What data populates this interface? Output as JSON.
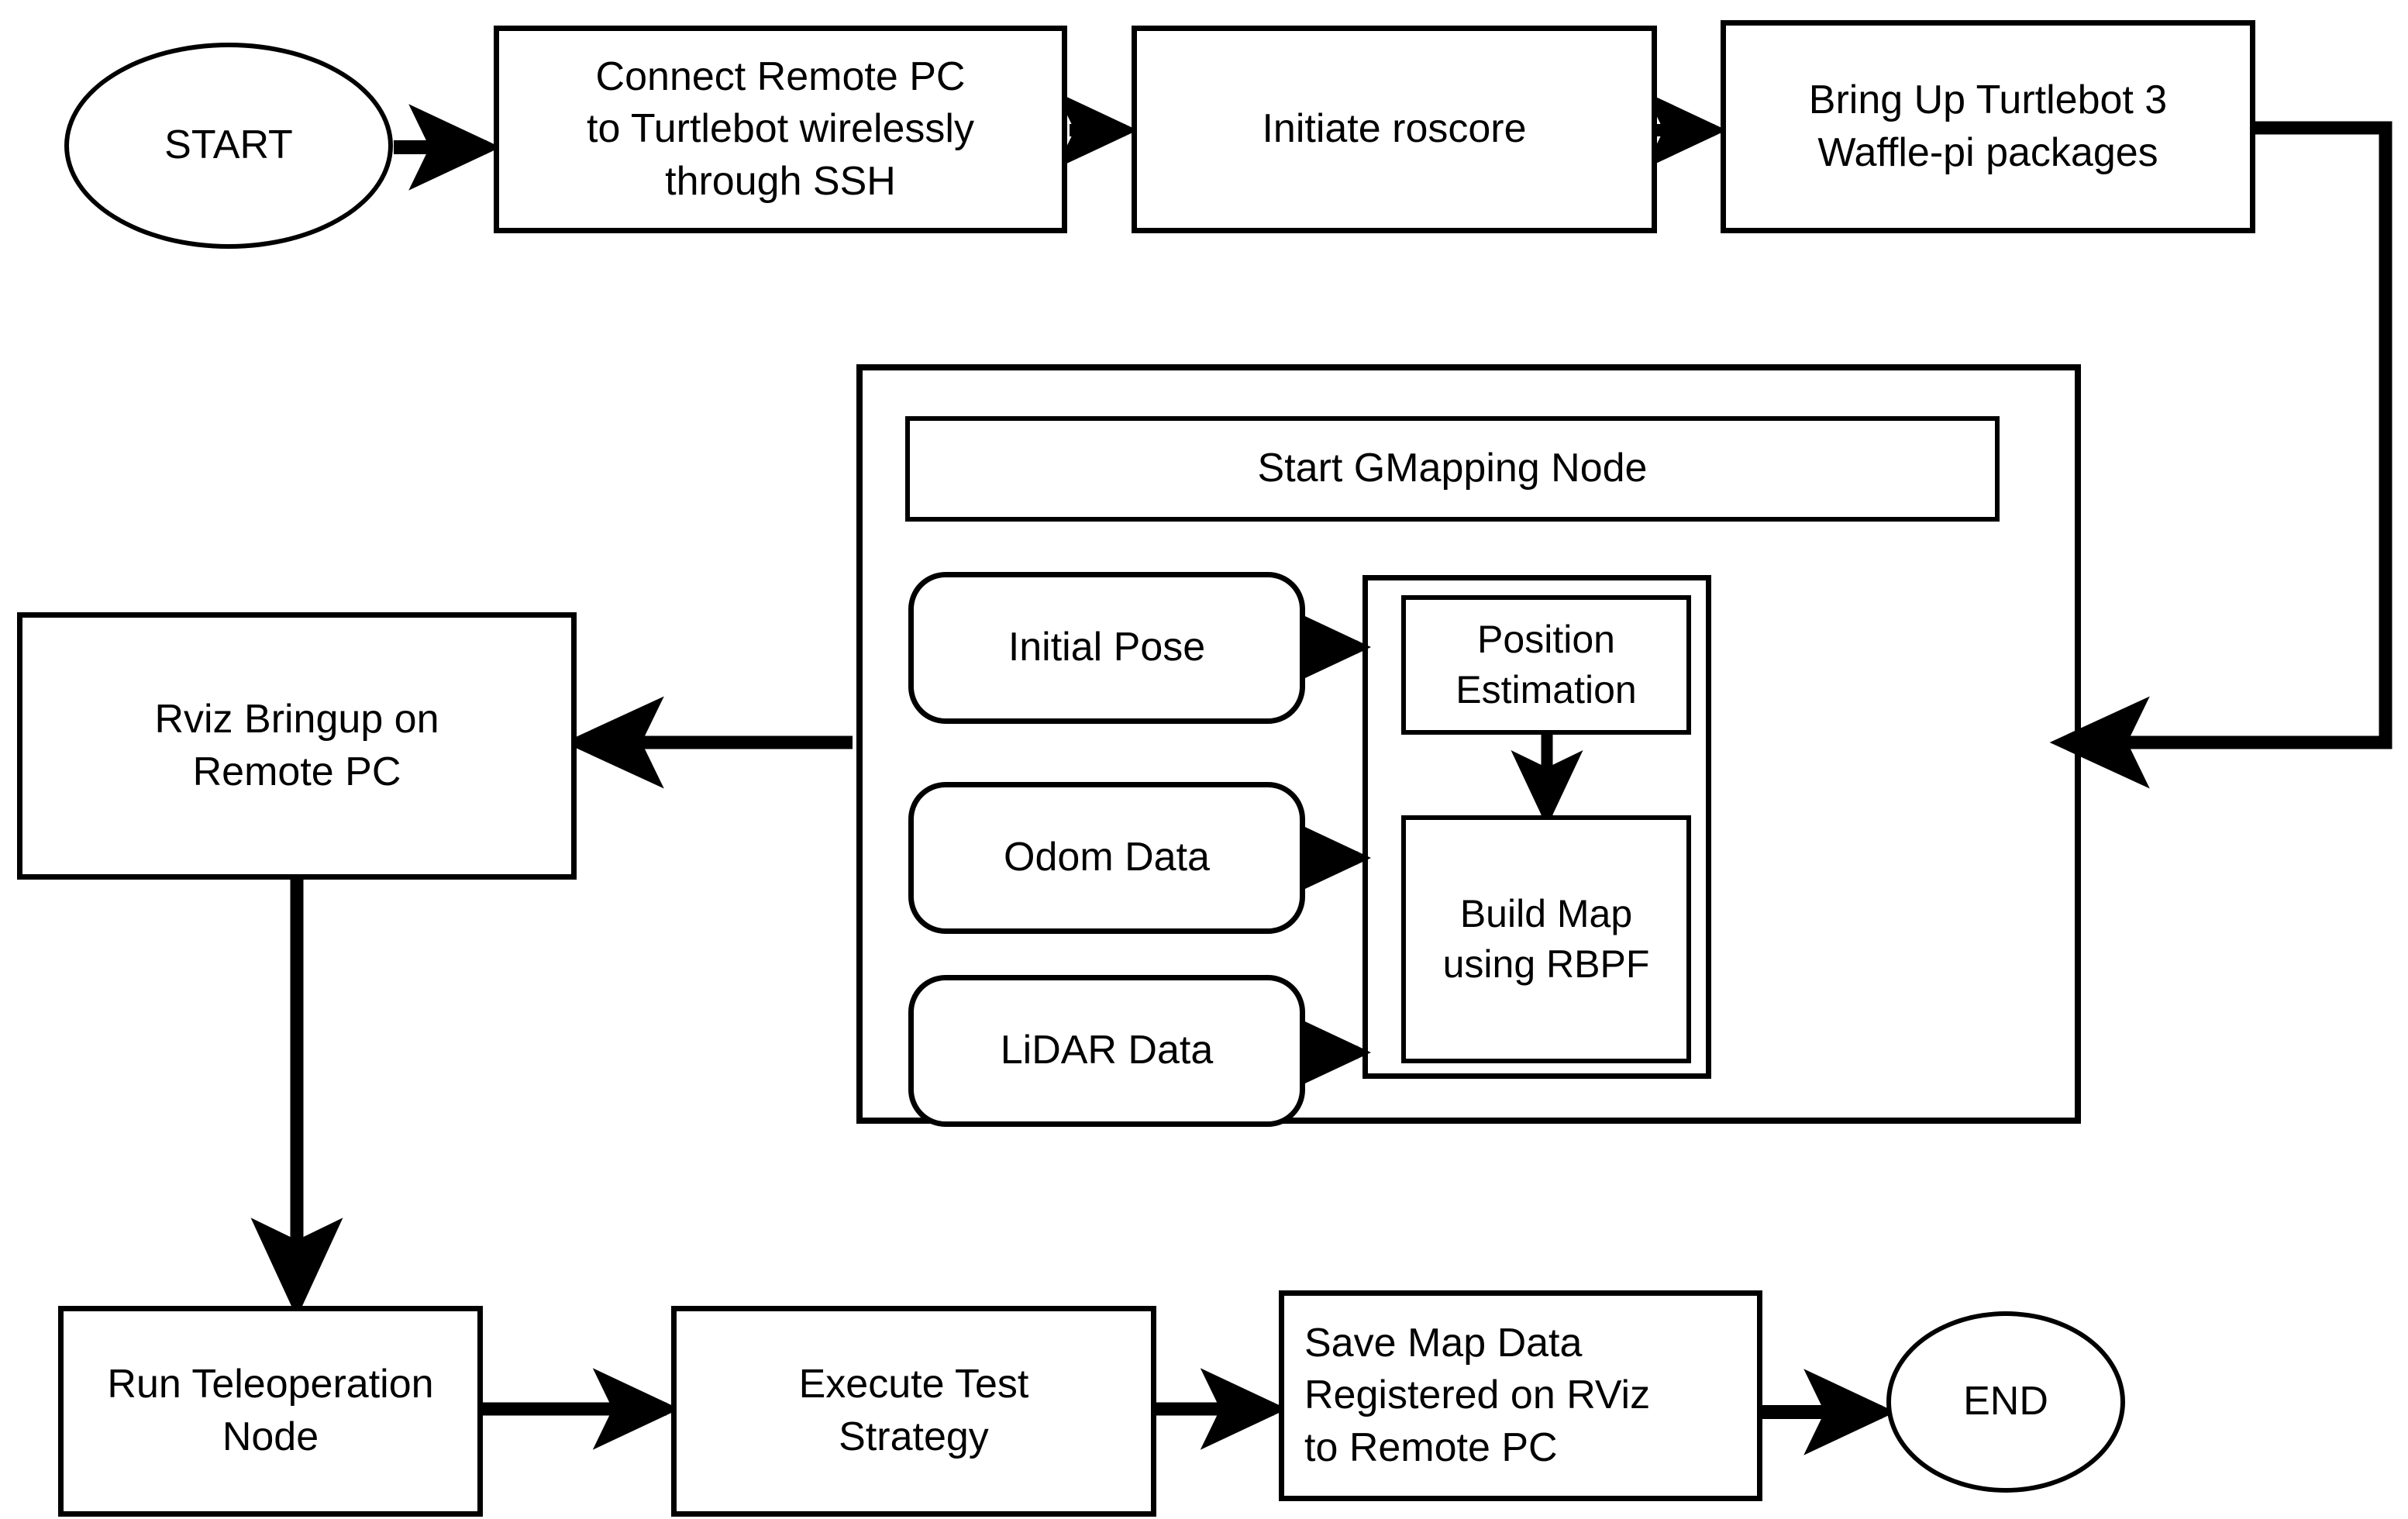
{
  "diagram": {
    "title": "TurtleBot3 SLAM GMapping Procedure Flowchart",
    "type": "flowchart",
    "background_color": "#ffffff",
    "stroke_color": "#000000",
    "text_color": "#000000"
  },
  "nodes": {
    "start": {
      "label": "START",
      "shape": "ellipse"
    },
    "connect_ssh": {
      "label": "Connect Remote PC\nto Turtlebot wirelessly\nthrough SSH",
      "shape": "rect"
    },
    "roscore": {
      "label": "Initiate roscore",
      "shape": "rect"
    },
    "bringup": {
      "label": "Bring Up Turtlebot 3\nWaffle-pi packages",
      "shape": "rect"
    },
    "gmapping_group": {
      "label": "",
      "shape": "container"
    },
    "start_gmapping": {
      "label": "Start GMapping Node",
      "shape": "rect"
    },
    "initial_pose": {
      "label": "Initial Pose",
      "shape": "rounded-rect"
    },
    "odom_data": {
      "label": "Odom Data",
      "shape": "rounded-rect"
    },
    "lidar_data": {
      "label": "LiDAR Data",
      "shape": "rounded-rect"
    },
    "slam_group": {
      "label": "",
      "shape": "container"
    },
    "position_estimation": {
      "label": "Position\nEstimation",
      "shape": "rect"
    },
    "build_map": {
      "label": "Build Map\nusing RBPF",
      "shape": "rect"
    },
    "rviz_bringup": {
      "label": "Rviz Bringup on\nRemote PC",
      "shape": "rect"
    },
    "teleop": {
      "label": "Run Teleoperation\nNode",
      "shape": "rect"
    },
    "execute_test": {
      "label": "Execute Test\nStrategy",
      "shape": "rect"
    },
    "save_map": {
      "label": "Save Map Data\nRegistered on RViz\nto Remote PC",
      "shape": "rect"
    },
    "end": {
      "label": "END",
      "shape": "ellipse"
    }
  },
  "edges": [
    {
      "name": "start-to-connect",
      "from": "start",
      "to": "connect_ssh",
      "style": "arrow"
    },
    {
      "name": "connect-to-roscore",
      "from": "connect_ssh",
      "to": "roscore",
      "style": "arrow"
    },
    {
      "name": "roscore-to-bringup",
      "from": "roscore",
      "to": "bringup",
      "style": "arrow"
    },
    {
      "name": "bringup-to-gmapping",
      "from": "bringup",
      "to": "gmapping_group",
      "style": "elbow-arrow"
    },
    {
      "name": "initialpose-to-slam",
      "from": "initial_pose",
      "to": "slam_group",
      "style": "arrow"
    },
    {
      "name": "odom-to-slam",
      "from": "odom_data",
      "to": "slam_group",
      "style": "arrow"
    },
    {
      "name": "lidar-to-slam",
      "from": "lidar_data",
      "to": "slam_group",
      "style": "arrow"
    },
    {
      "name": "position-to-buildmap",
      "from": "position_estimation",
      "to": "build_map",
      "style": "arrow"
    },
    {
      "name": "gmapping-to-rviz",
      "from": "gmapping_group",
      "to": "rviz_bringup",
      "style": "arrow"
    },
    {
      "name": "rviz-to-teleop",
      "from": "rviz_bringup",
      "to": "teleop",
      "style": "arrow"
    },
    {
      "name": "teleop-to-execute",
      "from": "teleop",
      "to": "execute_test",
      "style": "arrow"
    },
    {
      "name": "execute-to-savemap",
      "from": "execute_test",
      "to": "save_map",
      "style": "arrow"
    },
    {
      "name": "savemap-to-end",
      "from": "save_map",
      "to": "end",
      "style": "arrow"
    }
  ]
}
